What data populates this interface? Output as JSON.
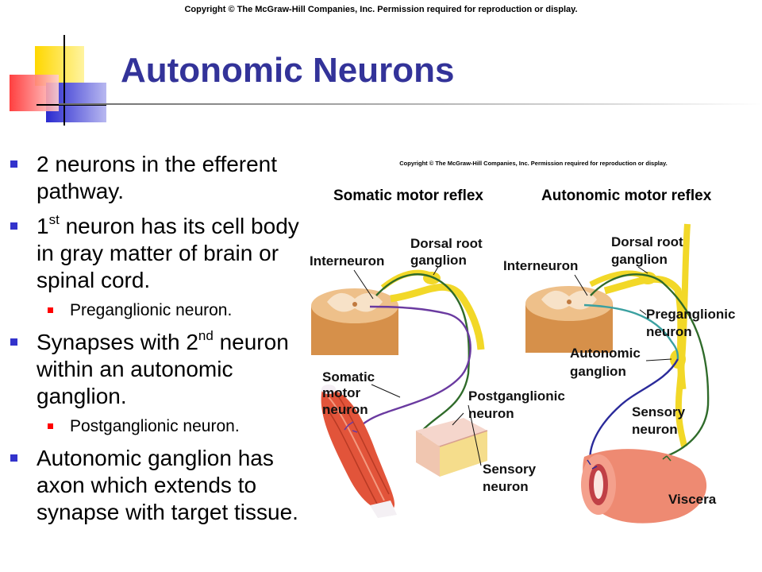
{
  "header": {
    "copyright": "Copyright © The McGraw-Hill Companies, Inc. Permission required for reproduction or display."
  },
  "slide": {
    "title": "Autonomic Neurons",
    "bullets": [
      {
        "pre": "2 neurons in the efferent pathway.",
        "sup": "",
        "post": ""
      },
      {
        "pre": "1",
        "sup": "st",
        "post": " neuron has its cell body in gray matter of brain or spinal cord."
      },
      {
        "pre": "Synapses with 2",
        "sup": "nd",
        "post": " neuron within an autonomic ganglion."
      },
      {
        "pre": "Autonomic ganglion has axon which extends to synapse with target tissue.",
        "sup": "",
        "post": ""
      }
    ],
    "sub_bullets": [
      "Preganglionic neuron.",
      "Postganglionic neuron."
    ]
  },
  "figure": {
    "copyright": "Copyright © The McGraw-Hill Companies, Inc. Permission required for reproduction or display.",
    "left_title": "Somatic motor reflex",
    "right_title": "Autonomic motor reflex",
    "left_labels": {
      "interneuron": "Interneuron",
      "drg_1": "Dorsal root",
      "drg_2": "ganglion",
      "somatic_1": "Somatic",
      "somatic_2": "motor",
      "somatic_3": "neuron",
      "post_1": "Postganglionic",
      "post_2": "neuron",
      "sensory_1": "Sensory",
      "sensory_2": "neuron"
    },
    "right_labels": {
      "interneuron": "Interneuron",
      "drg_1": "Dorsal root",
      "drg_2": "ganglion",
      "pre_1": "Preganglionic",
      "pre_2": "neuron",
      "auto_1": "Autonomic",
      "auto_2": "ganglion",
      "sensory_1": "Sensory",
      "sensory_2": "neuron",
      "viscera": "Viscera"
    },
    "colors": {
      "spinal_outer": "#e8b070",
      "gray_matter": "#f5dcc0",
      "nerve": "#f5e03a",
      "motor_axon": "#6a3aa0",
      "sensory_axon": "#3a6a2a",
      "muscle": "#e05030",
      "viscera": "#f08070"
    }
  }
}
